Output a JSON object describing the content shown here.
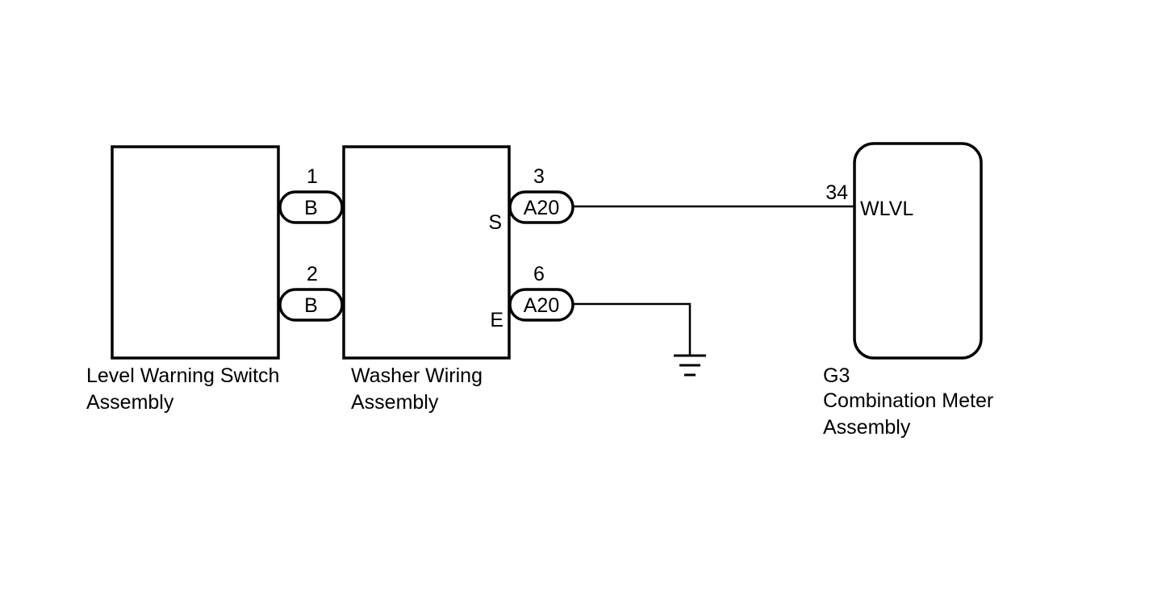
{
  "components": {
    "level_switch": {
      "name_line1": "Level Warning Switch",
      "name_line2": "Assembly"
    },
    "washer_wiring": {
      "name_line1": "Washer Wiring",
      "name_line2": "Assembly",
      "terminal_s": "S",
      "terminal_e": "E"
    },
    "combination_meter": {
      "code": "G3",
      "name_line1": "Combination Meter",
      "name_line2": "Assembly",
      "terminal_label": "WLVL",
      "terminal_pin": "34"
    }
  },
  "connectors": {
    "b_top": {
      "code": "B",
      "pin": "1"
    },
    "b_bottom": {
      "code": "B",
      "pin": "2"
    },
    "a20_top": {
      "code": "A20",
      "pin": "3"
    },
    "a20_bottom": {
      "code": "A20",
      "pin": "6"
    }
  }
}
